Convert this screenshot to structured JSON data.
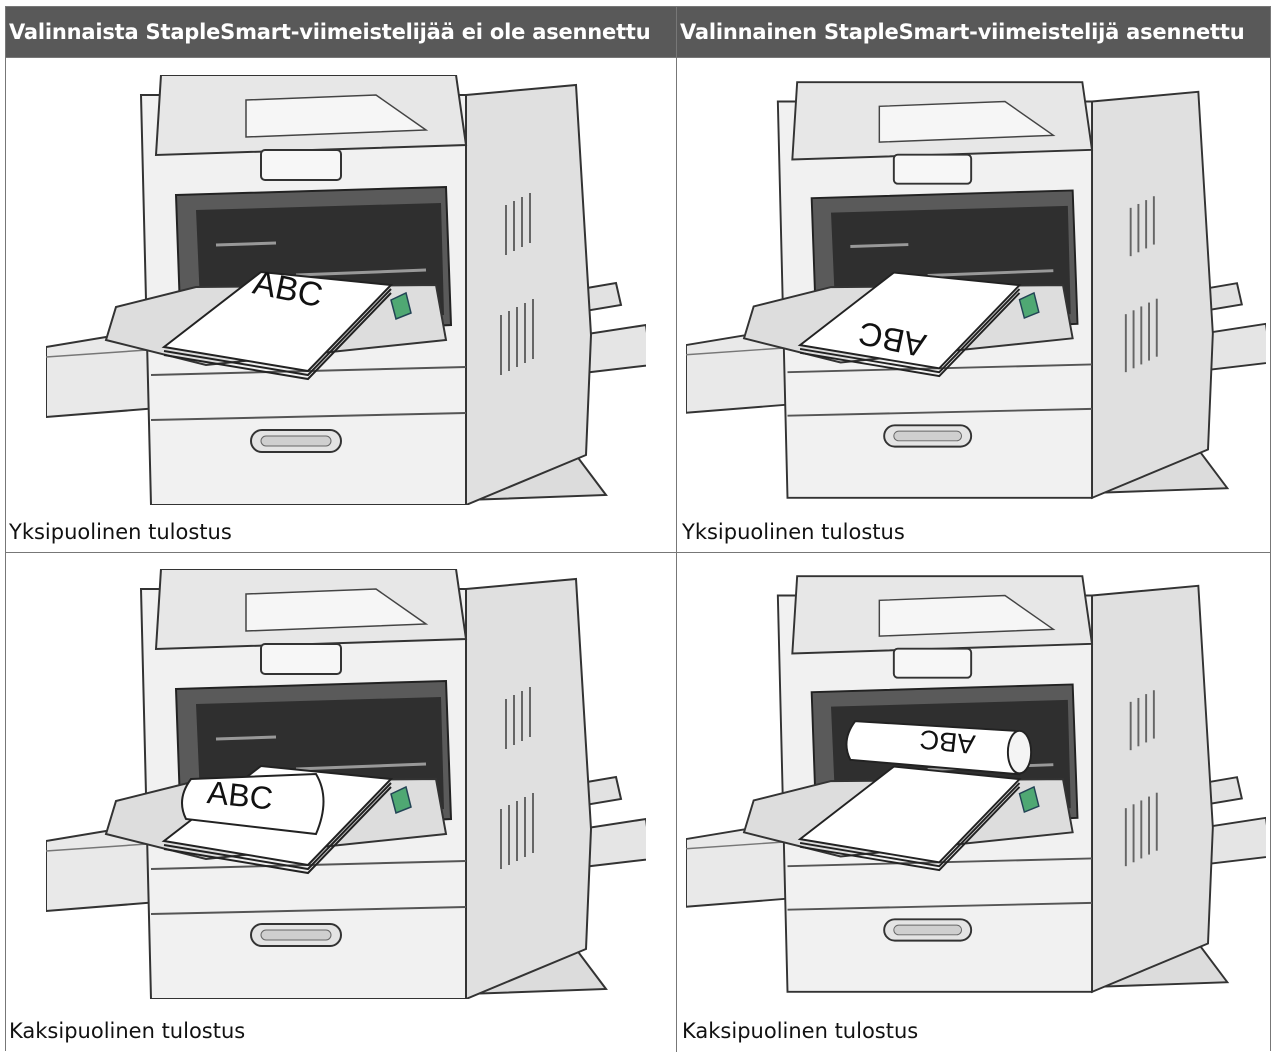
{
  "table": {
    "headers": [
      "Valinnaista StapleSmart-viimeistelijää ei ole asennettu",
      "Valinnainen StapleSmart-viimeistelijä asennettu"
    ],
    "rows": [
      {
        "left_caption": "Yksipuolinen tulostus",
        "right_caption": "Yksipuolinen tulostus"
      },
      {
        "left_caption": "Kaksipuolinen tulostus",
        "right_caption": "Kaksipuolinen tulostus"
      }
    ]
  },
  "paper_labels": {
    "simplex_no_finisher": "ABC",
    "simplex_finisher": "ABC",
    "duplex_no_finisher": "ABC",
    "duplex_finisher": "ABC"
  }
}
